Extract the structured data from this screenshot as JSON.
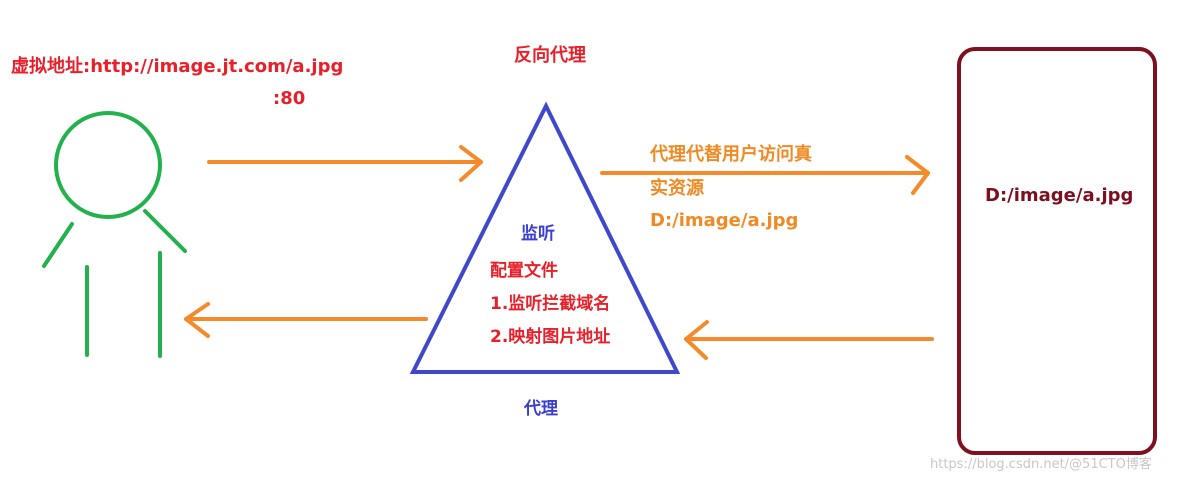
{
  "colors": {
    "client": "#22b14c",
    "proxy": "#3f48cc",
    "arrow": "#f58a2a",
    "server": "#7f1020",
    "label_red": "#e8202a",
    "label_blue": "#3a3fd0",
    "label_orange": "#f08a24"
  },
  "client": {
    "icon": "stick-figure",
    "virtual_address": "虚拟地址:http://image.jt.com/a.jpg",
    "port": ":80"
  },
  "proxy": {
    "title": "反向代理",
    "listen": "监听",
    "config": "配置文件",
    "step1": "1.监听拦截域名",
    "step2": "2.映射图片地址",
    "bottom_label": "代理"
  },
  "request": {
    "line1": "代理代替用户访问真",
    "line2": "实资源",
    "line3": "D:/image/a.jpg"
  },
  "server": {
    "path": "D:/image/a.jpg"
  },
  "watermark": "https://blog.csdn.net/@51CTO博客"
}
